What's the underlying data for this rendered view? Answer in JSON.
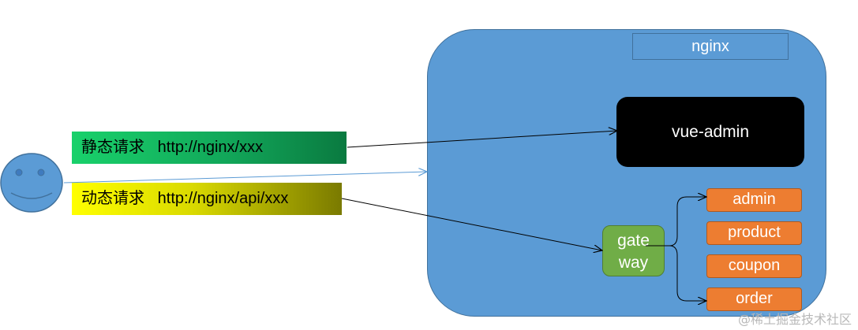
{
  "nginx": {
    "label": "nginx"
  },
  "vue_admin": {
    "label": "vue-admin"
  },
  "gateway": {
    "line1": "gate",
    "line2": "way"
  },
  "services": [
    "admin",
    "product",
    "coupon",
    "order"
  ],
  "requests": {
    "static": {
      "label": "静态请求",
      "url": "http://nginx/xxx"
    },
    "dynamic": {
      "label": "动态请求",
      "url": "http://nginx/api/xxx"
    }
  },
  "watermark": "@稀土掘金技术社区",
  "colors": {
    "nginx_fill": "#5b9bd5",
    "vue_fill": "#000000",
    "gateway_fill": "#70ad47",
    "service_fill": "#ed7d31",
    "static_gradient": "#19d16b",
    "dynamic_gradient": "#ffff00"
  }
}
